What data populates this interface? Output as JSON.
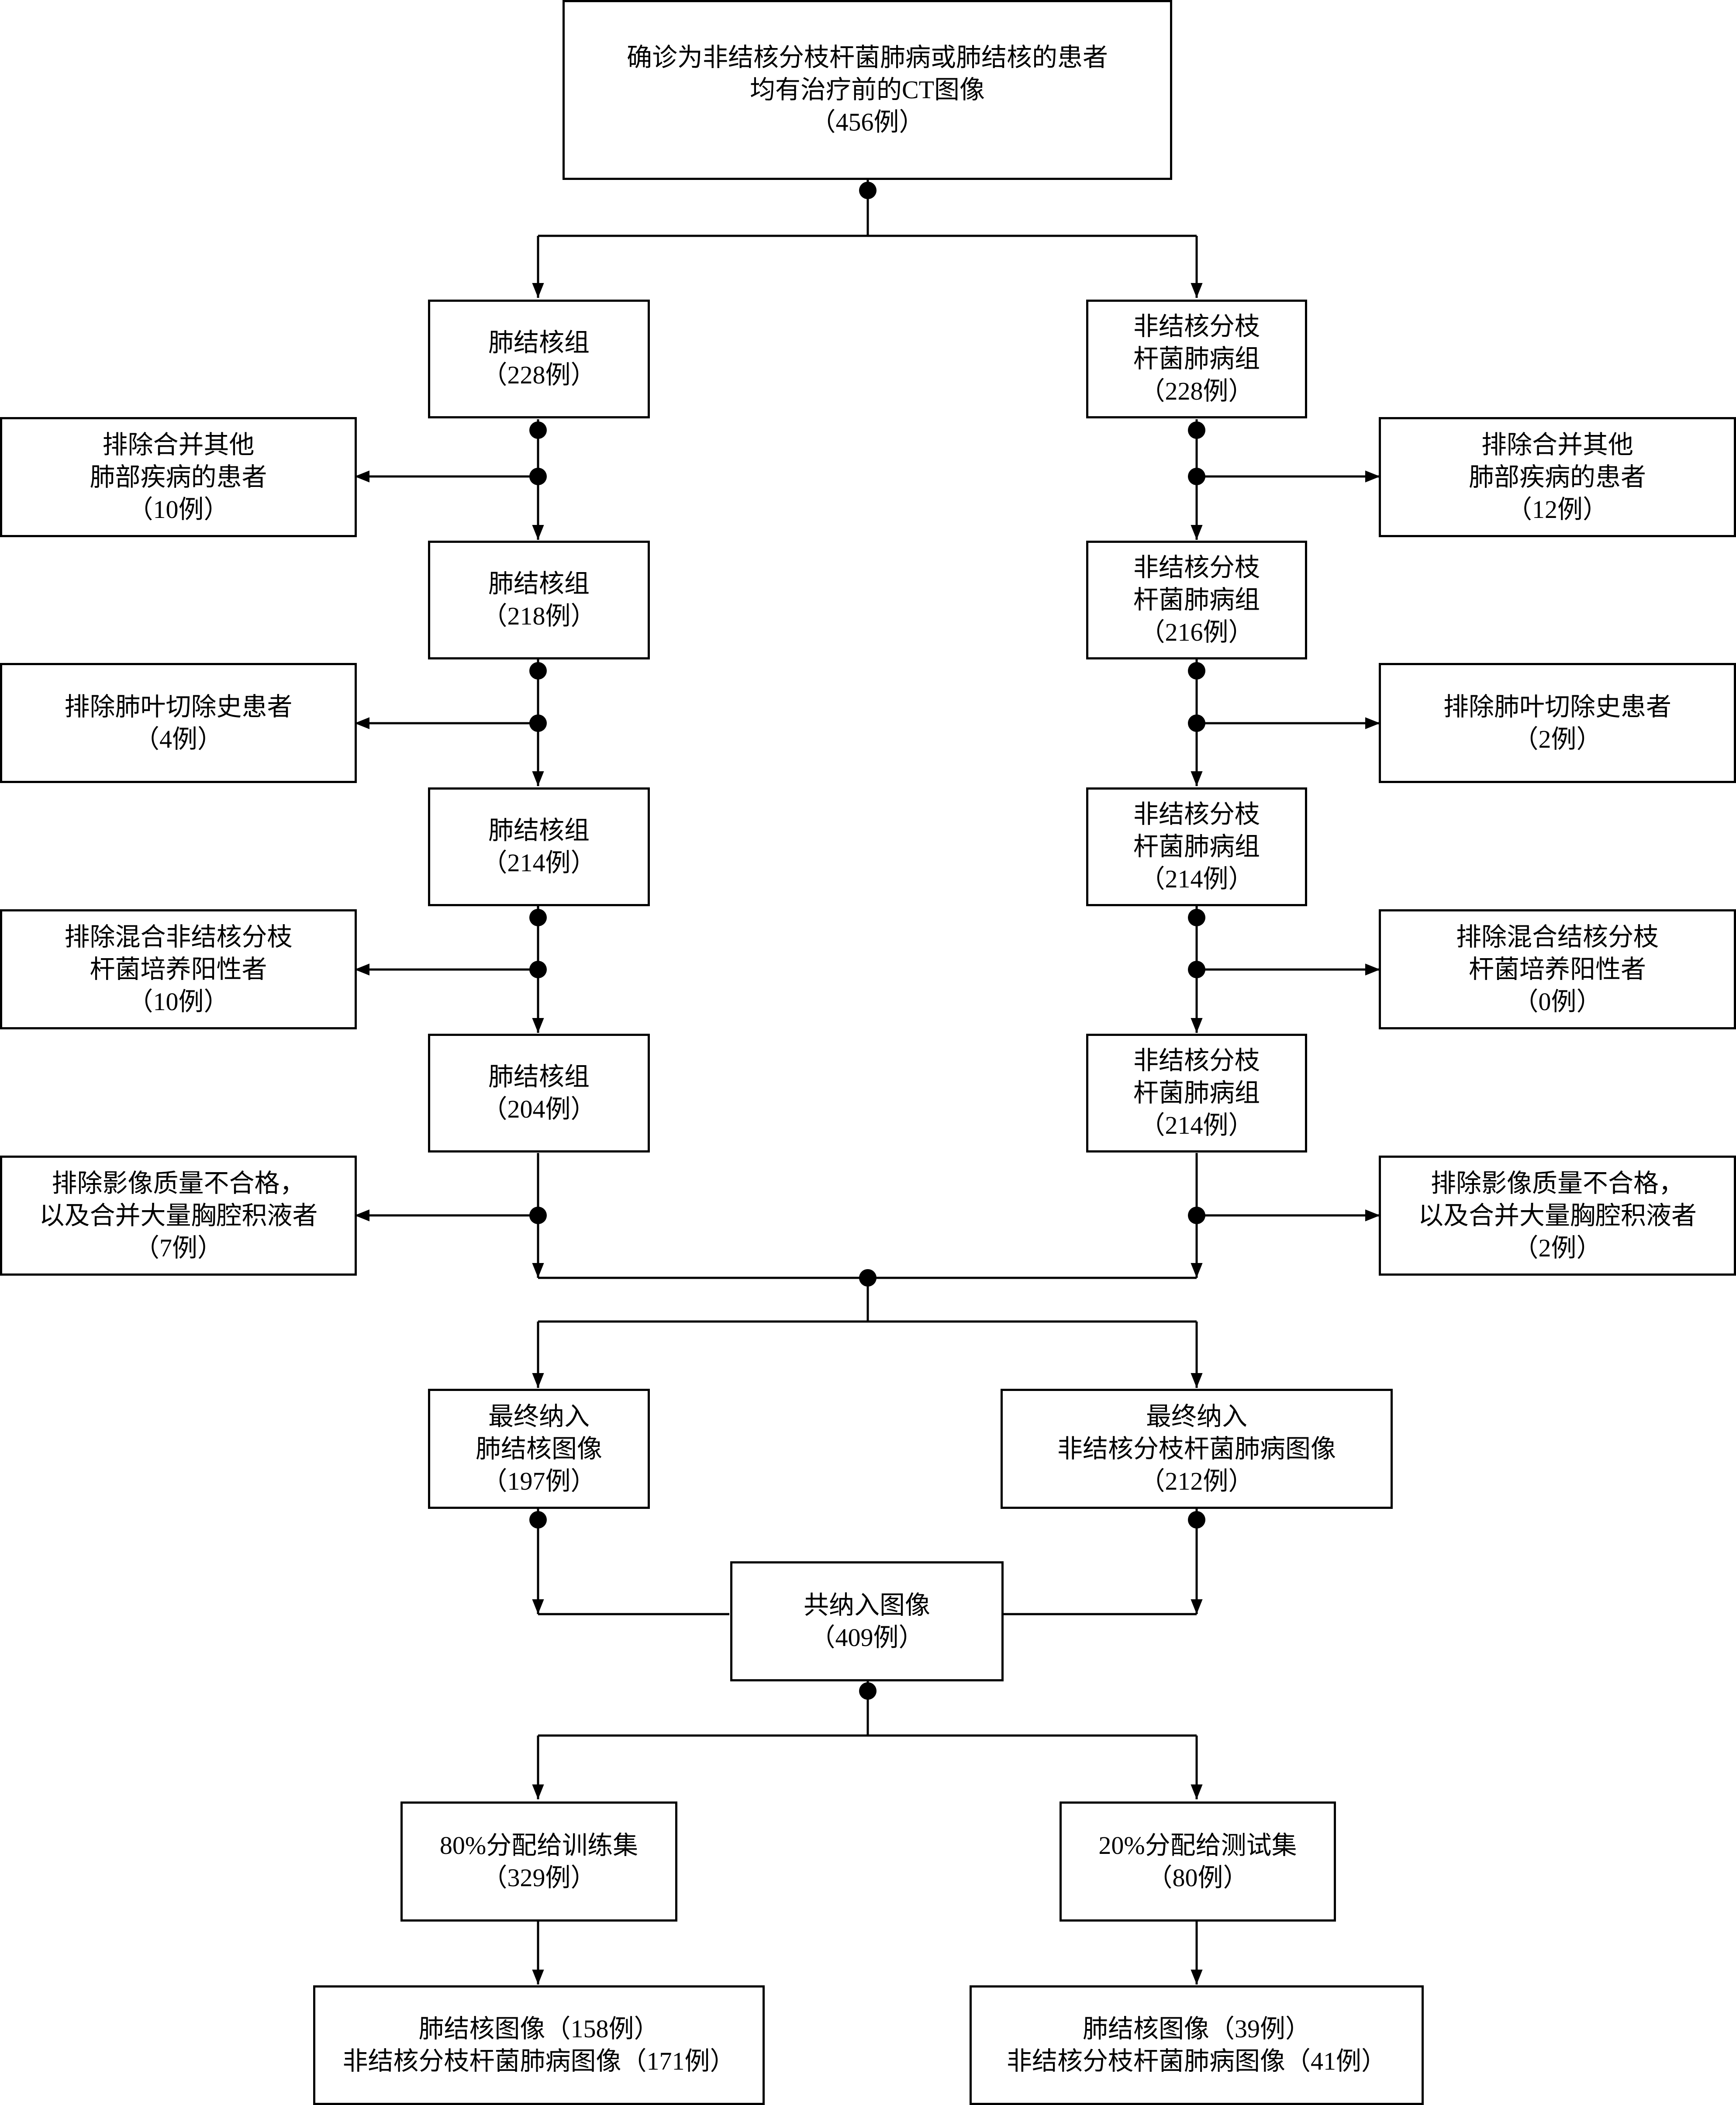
{
  "diagram": {
    "start": {
      "line1": "确诊为非结核分枝杆菌肺病或肺结核的患者",
      "line2": "均有治疗前的CT图像",
      "count": "（456例）"
    },
    "left": {
      "group1": {
        "line1": "肺结核组",
        "count": "（228例）"
      },
      "exclude1": {
        "line1": "排除合并其他",
        "line2": "肺部疾病的患者",
        "count": "（10例）"
      },
      "group2": {
        "line1": "肺结核组",
        "count": "（218例）"
      },
      "exclude2": {
        "line1": "排除肺叶切除史患者",
        "count": "（4例）"
      },
      "group3": {
        "line1": "肺结核组",
        "count": "（214例）"
      },
      "exclude3": {
        "line1": "排除混合非结核分枝",
        "line2": "杆菌培养阳性者",
        "count": "（10例）"
      },
      "group4": {
        "line1": "肺结核组",
        "count": "（204例）"
      },
      "exclude4": {
        "line1": "排除影像质量不合格，",
        "line2": "以及合并大量胸腔积液者",
        "count": "（7例）"
      },
      "final": {
        "line1": "最终纳入",
        "line2": "肺结核图像",
        "count": "（197例）"
      }
    },
    "right": {
      "group1": {
        "line1": "非结核分枝",
        "line2": "杆菌肺病组",
        "count": "（228例）"
      },
      "exclude1": {
        "line1": "排除合并其他",
        "line2": "肺部疾病的患者",
        "count": "（12例）"
      },
      "group2": {
        "line1": "非结核分枝",
        "line2": "杆菌肺病组",
        "count": "（216例）"
      },
      "exclude2": {
        "line1": "排除肺叶切除史患者",
        "count": "（2例）"
      },
      "group3": {
        "line1": "非结核分枝",
        "line2": "杆菌肺病组",
        "count": "（214例）"
      },
      "exclude3": {
        "line1": "排除混合结核分枝",
        "line2": "杆菌培养阳性者",
        "count": "（0例）"
      },
      "group4": {
        "line1": "非结核分枝",
        "line2": "杆菌肺病组",
        "count": "（214例）"
      },
      "exclude4": {
        "line1": "排除影像质量不合格，",
        "line2": "以及合并大量胸腔积液者",
        "count": "（2例）"
      },
      "final": {
        "line1": "最终纳入",
        "line2": "非结核分枝杆菌肺病图像",
        "count": "（212例）"
      }
    },
    "total": {
      "line1": "共纳入图像",
      "count": "（409例）"
    },
    "train": {
      "line1": "80%分配给训练集",
      "count": "（329例）"
    },
    "test": {
      "line1": "20%分配给测试集",
      "count": "（80例）"
    },
    "train_detail": {
      "line1": "肺结核图像（158例）",
      "line2": "非结核分枝杆菌肺病图像（171例）"
    },
    "test_detail": {
      "line1": "肺结核图像（39例）",
      "line2": "非结核分枝杆菌肺病图像（41例）"
    },
    "line_color": "#000000"
  }
}
